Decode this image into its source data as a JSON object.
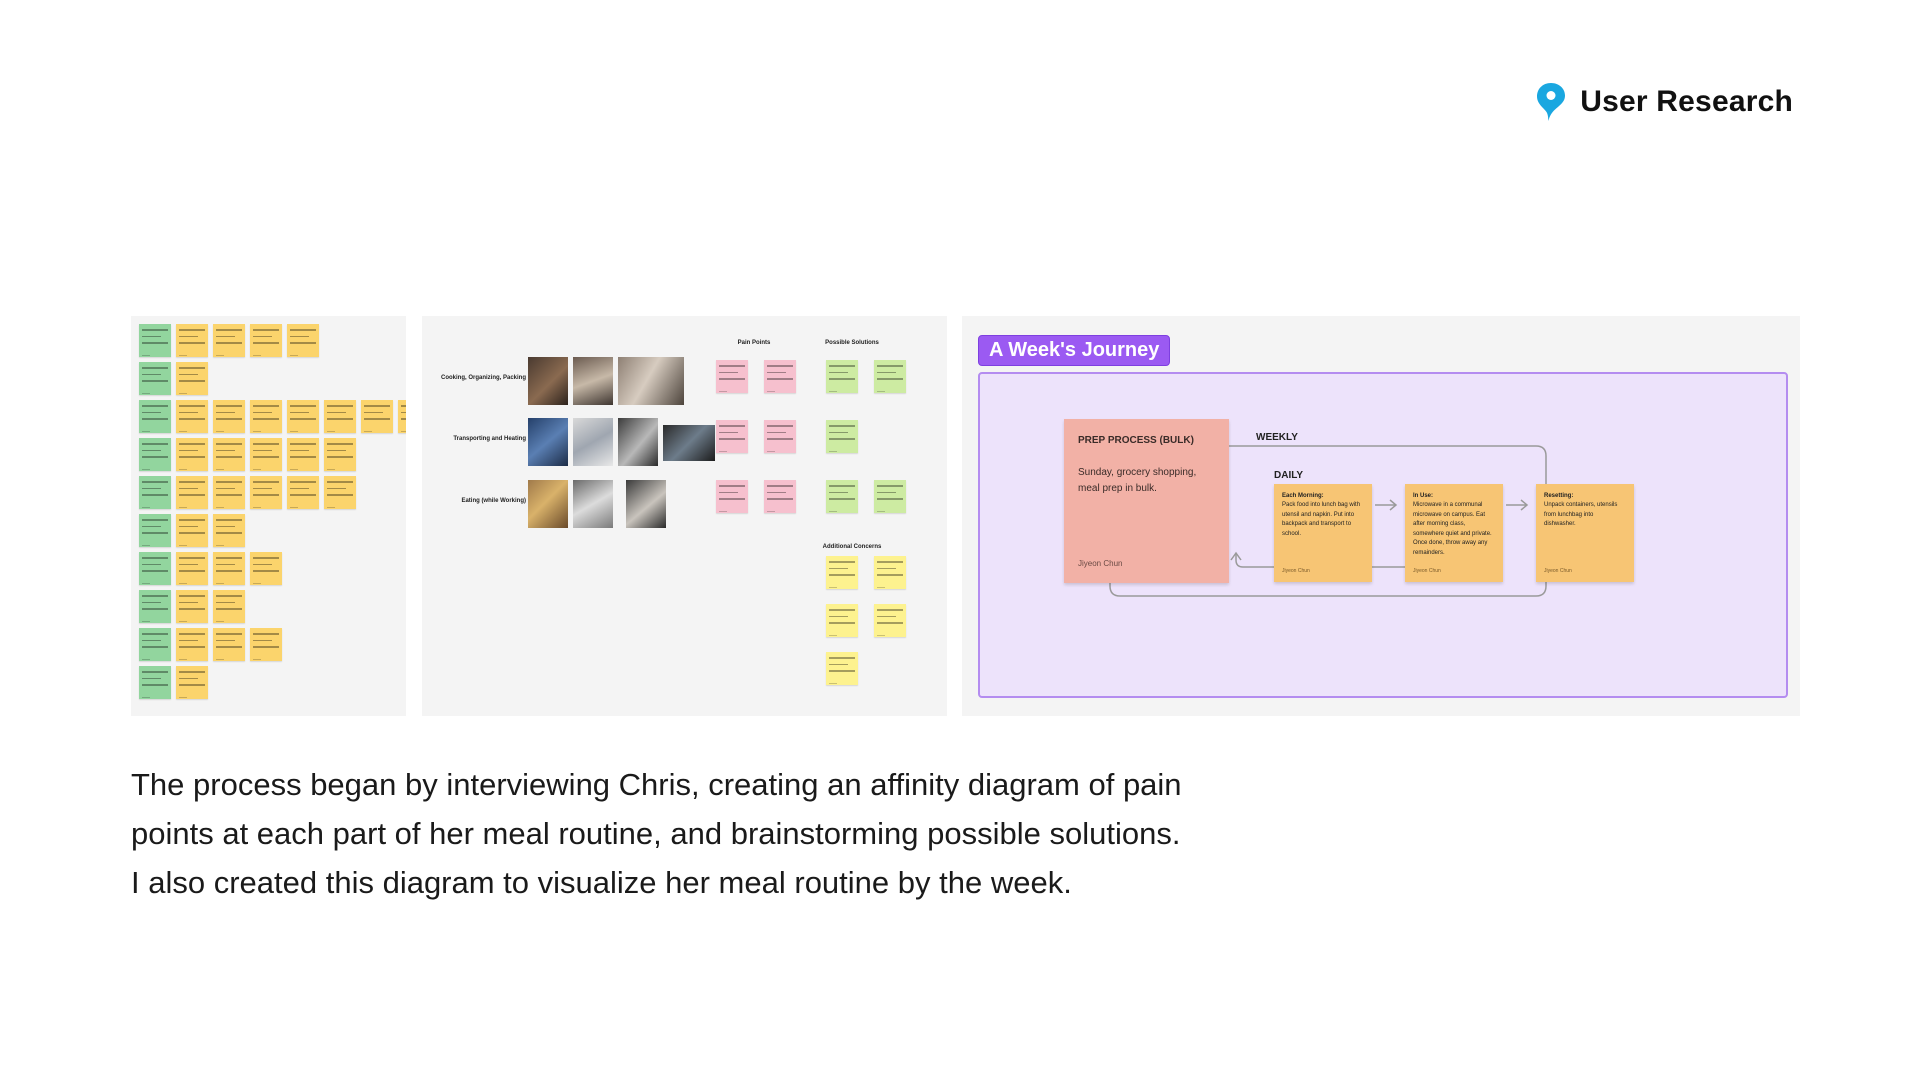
{
  "header": {
    "title": "User Research",
    "icon": "map-pin-icon",
    "icon_color": "#1aa7e0"
  },
  "clusters": {
    "rows": [
      "Cooking, Organizing, Packing",
      "Transporting and Heating",
      "Eating (while Working)"
    ],
    "columns": {
      "pain_points": "Pain Points",
      "possible_solutions": "Possible Solutions",
      "additional_concerns": "Additional Concerns"
    }
  },
  "journey": {
    "tag": "A Week's Journey",
    "weekly_label": "WEEKLY",
    "daily_label": "DAILY",
    "prep": {
      "title": "PREP PROCESS (BULK)",
      "text": "Sunday, grocery shopping, meal prep in bulk.",
      "author": "Jiyeon Chun"
    },
    "daily_steps": [
      {
        "title": "Each Morning:",
        "text": "Pack food into lunch bag with utensil and napkin. Put into backpack and transport to school.",
        "author": "Jiyeon Chun"
      },
      {
        "title": "In Use:",
        "text": "Microwave in a communal microwave on campus. Eat after morning class, somewhere quiet and private. Once done, throw away any remainders.",
        "author": "Jiyeon Chun"
      },
      {
        "title": "Resetting:",
        "text": "Unpack containers, utensils from lunchbag into dishwasher.",
        "author": "Jiyeon Chun"
      }
    ]
  },
  "caption": {
    "line1": "The process began by interviewing Chris, creating an affinity diagram of pain",
    "line2": "points at each part of her meal routine, and brainstorming possible solutions.",
    "line3": "I also created this diagram to visualize her meal routine by the week."
  }
}
